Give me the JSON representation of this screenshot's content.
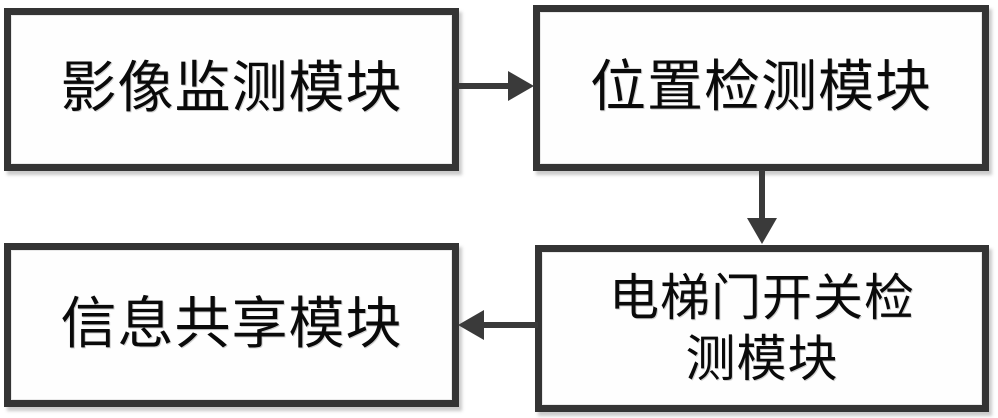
{
  "diagram": {
    "type": "block-flow-diagram",
    "background_color": "#ffffff",
    "box_border_color": "#343434",
    "box_fill_color": "#fefefe",
    "connector_color": "#3a3a3a",
    "nodes": [
      {
        "id": "image-monitor",
        "label": "影像监测模块",
        "label_en_meaning": "Image Monitoring Module",
        "position": "top-left"
      },
      {
        "id": "position-detect",
        "label": "位置检测模块",
        "label_en_meaning": "Position Detection Module",
        "position": "top-right"
      },
      {
        "id": "door-switch",
        "label": "电梯门开关检\n测模块",
        "label_en_meaning": "Elevator Door Switch Detection Module",
        "position": "bottom-right"
      },
      {
        "id": "info-share",
        "label": "信息共享模块",
        "label_en_meaning": "Information Sharing Module",
        "position": "bottom-left"
      }
    ],
    "edges": [
      {
        "id": "monitor-to-position",
        "from": "image-monitor",
        "to": "position-detect",
        "direction": "right"
      },
      {
        "id": "position-to-door",
        "from": "position-detect",
        "to": "door-switch",
        "direction": "down"
      },
      {
        "id": "door-to-info",
        "from": "door-switch",
        "to": "info-share",
        "direction": "left"
      }
    ]
  }
}
